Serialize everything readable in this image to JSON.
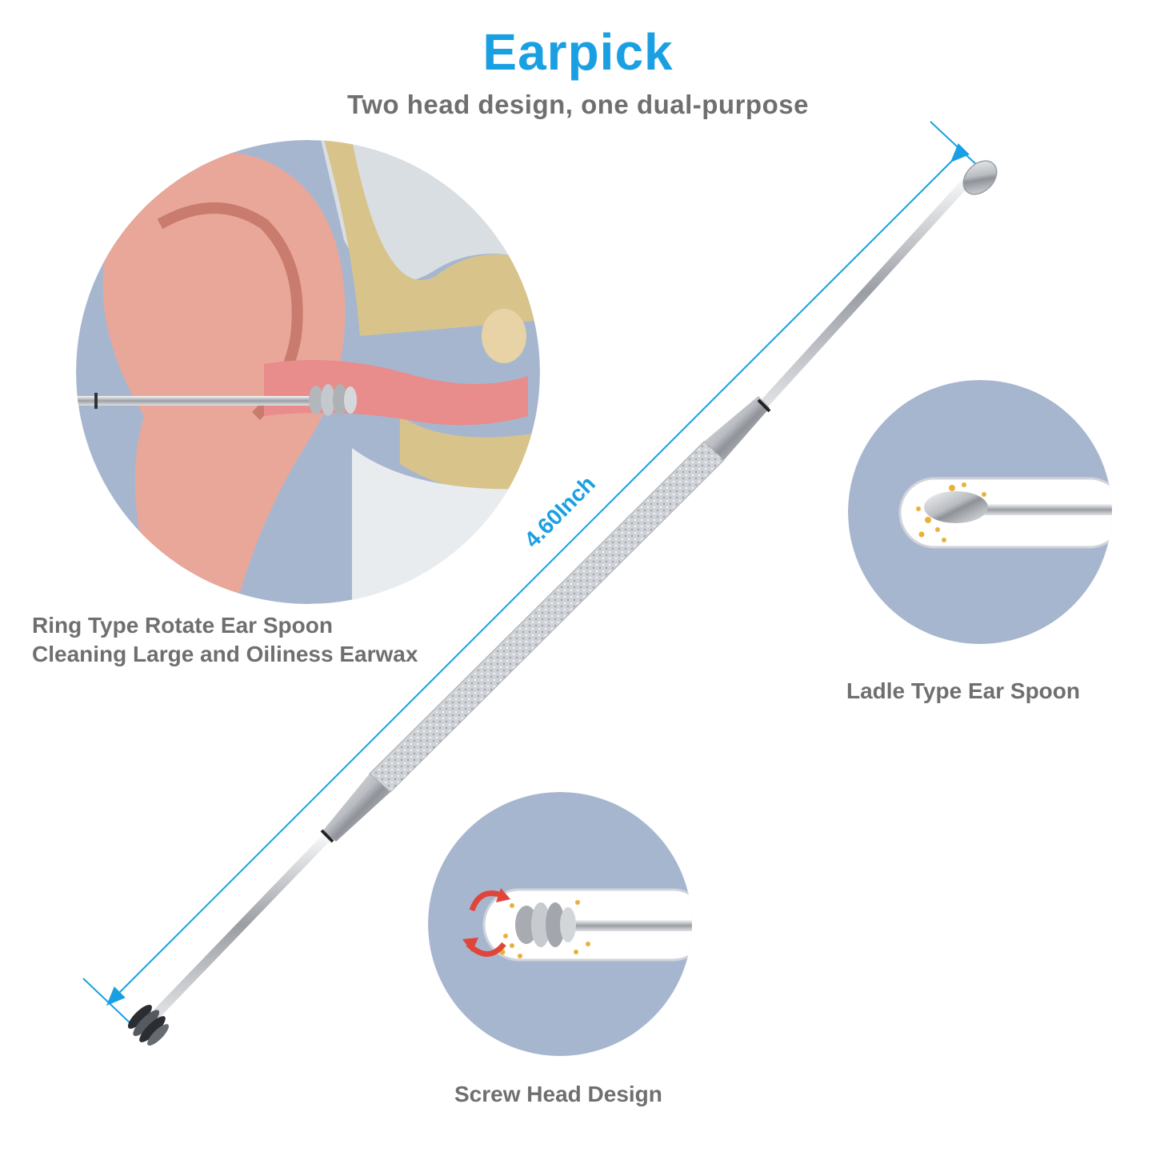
{
  "header": {
    "title": "Earpick",
    "subtitle": "Two head design, one dual-purpose"
  },
  "dimension": {
    "label": "4.60Inch"
  },
  "features": {
    "ring": {
      "line1": "Ring Type Rotate Ear Spoon",
      "line2": "Cleaning Large and Oiliness Earwax"
    },
    "ladle": {
      "label": "Ladle Type Ear Spoon"
    },
    "screw": {
      "label": "Screw Head Design"
    }
  },
  "colors": {
    "accent": "#1aa0e2",
    "text_gray": "#6f6f6f",
    "circle_bg": "#a7b6cf",
    "steel": "#c9ccd0",
    "wax": "#e8b13c"
  },
  "icons": {
    "rotate": "rotate-arrows-icon"
  }
}
